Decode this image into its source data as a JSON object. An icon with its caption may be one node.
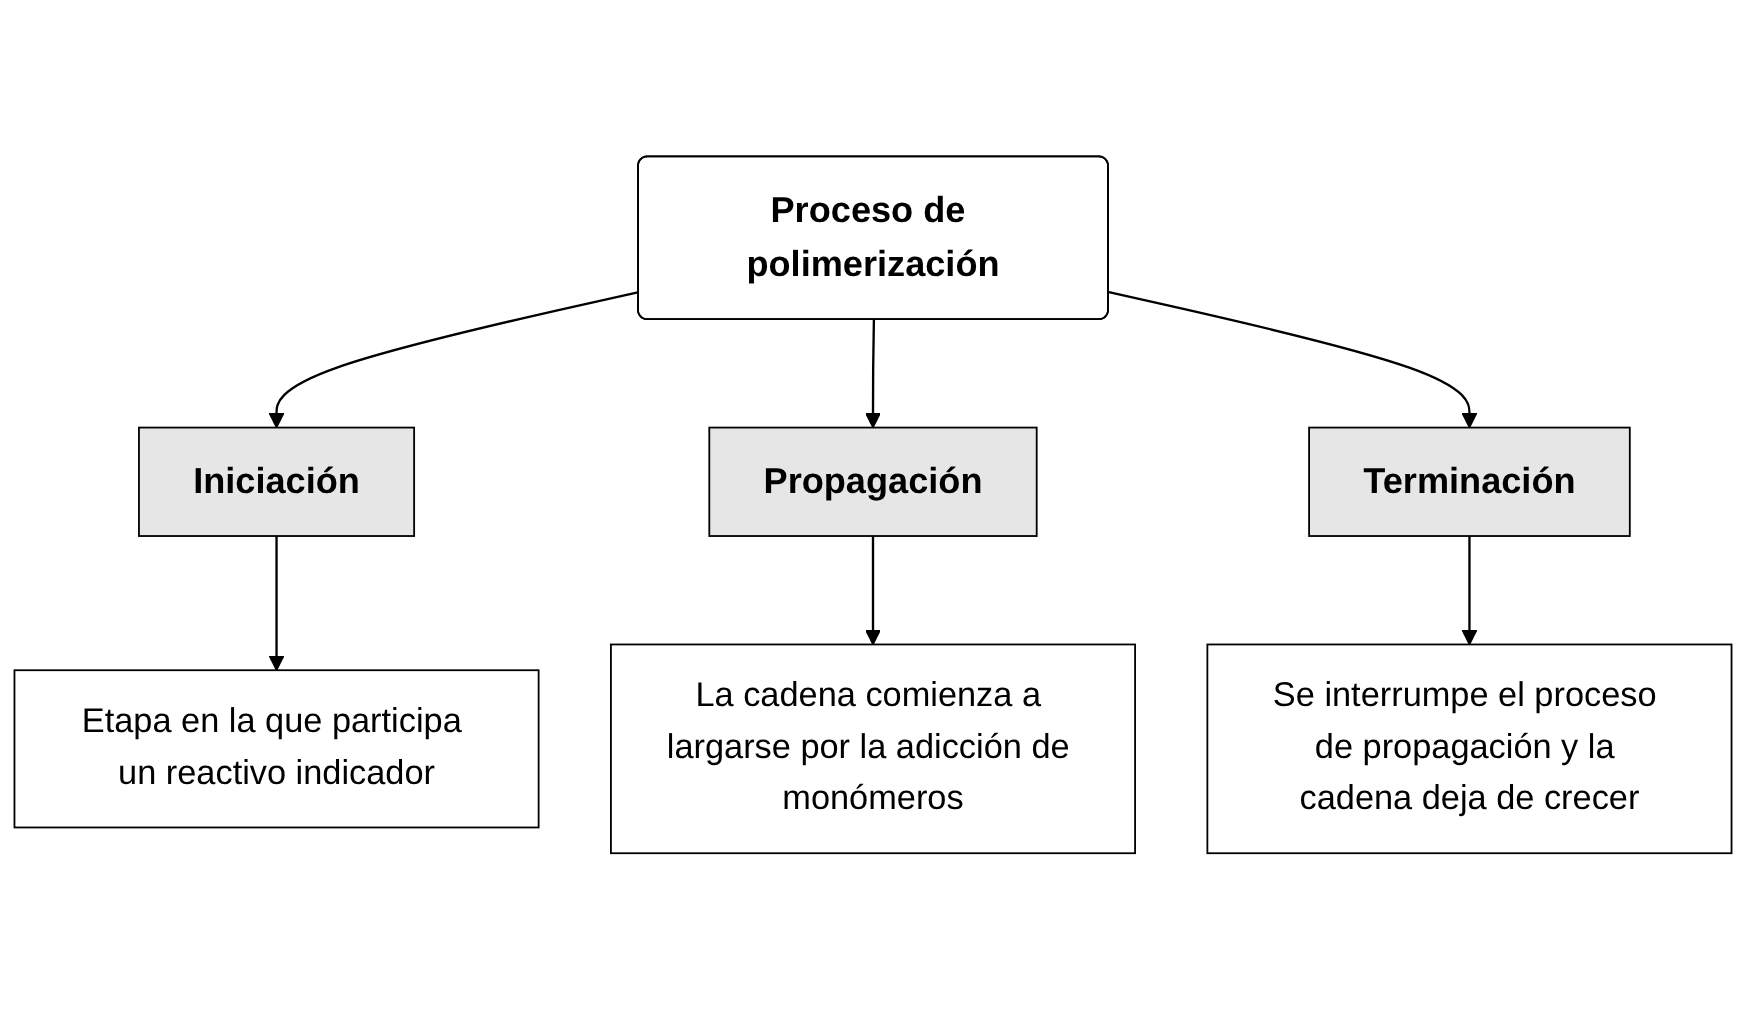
{
  "diagram": {
    "nodes": [
      {
        "text": [
          "Proceso de polimerización"
        ]
      },
      {
        "text": [
          "Iniciación"
        ]
      },
      {
        "text": [
          "Propagación"
        ]
      },
      {
        "text": [
          "Terminación"
        ]
      },
      {
        "text": [
          "Etapa en la que participa un reactivo indicador"
        ]
      },
      {
        "text": [
          "La cadena comienza a largarse por la adicción de monómeros"
        ]
      },
      {
        "text": [
          "Se interrumpe el proceso de propagación y la cadena deja de crecer"
        ]
      }
    ],
    "edges": [
      {
        "from": 0,
        "to": 1,
        "arrow": "to"
      },
      {
        "from": 0,
        "to": 2,
        "arrow": "to"
      },
      {
        "from": 0,
        "to": 3,
        "arrow": "to"
      },
      {
        "from": 1,
        "to": 4,
        "arrow": "to"
      },
      {
        "from": 2,
        "to": 5,
        "arrow": "to"
      },
      {
        "from": 3,
        "to": 6,
        "arrow": "to"
      }
    ]
  }
}
